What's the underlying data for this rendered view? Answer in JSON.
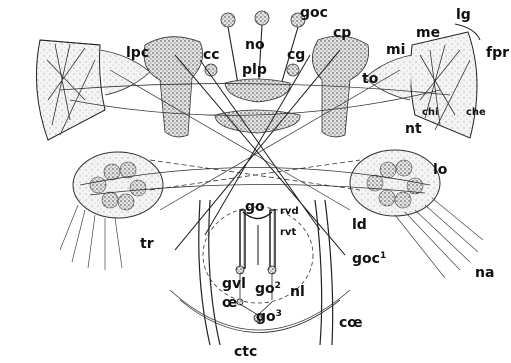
{
  "figure": {
    "colors": {
      "ink": "#111111",
      "stipple": "#6e6e6e",
      "fill": "#cfcfcf",
      "background": "#ffffff"
    },
    "labels": {
      "lpc": "lpc",
      "cc": "cc",
      "no": "no",
      "goc": "goc",
      "cp": "cp",
      "cg": "cg",
      "plp": "plp",
      "me": "me",
      "lg": "lg",
      "mi": "mi",
      "fpr": "fpr",
      "to": "to",
      "chi": "chi",
      "che": "che",
      "nt": "nt",
      "lo": "lo",
      "ld": "ld",
      "go": "go",
      "rvd": "rvd",
      "rvt": "rvt",
      "tr": "tr",
      "goc1": "goc",
      "goc1_sup": "1",
      "na": "na",
      "gvl": "gvl",
      "go2": "go",
      "go2_sup": "2",
      "nl": "nl",
      "oe": "œ",
      "go3": "go",
      "go3_sup": "3",
      "coe": "cœ",
      "ctc": "ctc"
    }
  }
}
